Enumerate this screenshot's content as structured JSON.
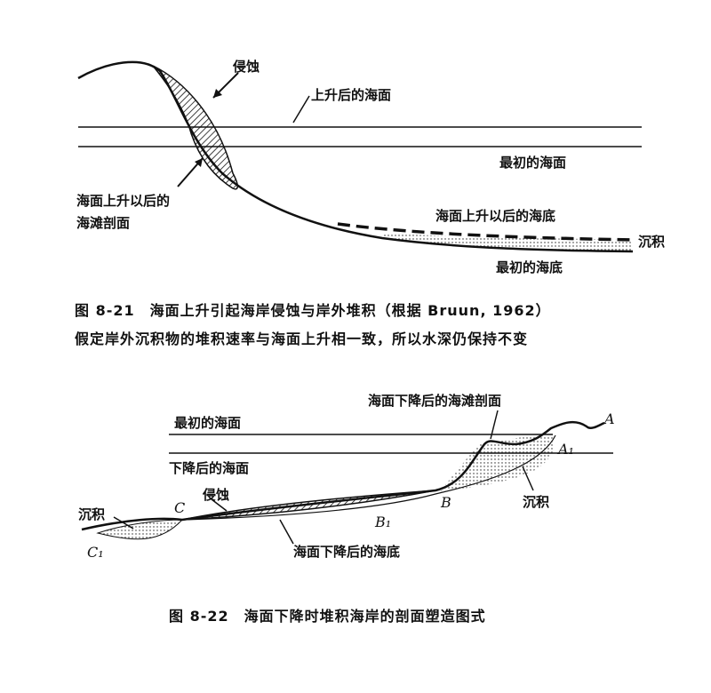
{
  "figure_8_21": {
    "labels": {
      "erosion": "侵蚀",
      "raised_sea_level": "上升后的海面",
      "initial_sea_level": "最初的海面",
      "beach_profile_after_rise": "海面上升以后的",
      "beach_profile_after_rise_2": "海滩剖面",
      "seabed_after_rise": "海面上升以后的海底",
      "deposition": "沉积",
      "initial_seabed": "最初的海底"
    },
    "caption_line1": "图 8-21　海面上升引起海岸侵蚀与岸外堆积（根据 Bruun, 1962）",
    "caption_line2": "假定岸外沉积物的堆积速率与海面上升相一致，所以水深仍保持不变"
  },
  "figure_8_22": {
    "labels": {
      "beach_profile_after_fall": "海面下降后的海滩剖面",
      "initial_sea_level": "最初的海面",
      "lowered_sea_level": "下降后的海面",
      "erosion": "侵蚀",
      "deposition_left": "沉积",
      "deposition_right": "沉积",
      "seabed_after_fall": "海面下降后的海底",
      "point_A": "A",
      "point_A1": "A₁",
      "point_B": "B",
      "point_B1": "B₁",
      "point_C": "C",
      "point_C1": "C₁"
    },
    "caption": "图 8-22　海面下降时堆积海岸的剖面塑造图式"
  }
}
